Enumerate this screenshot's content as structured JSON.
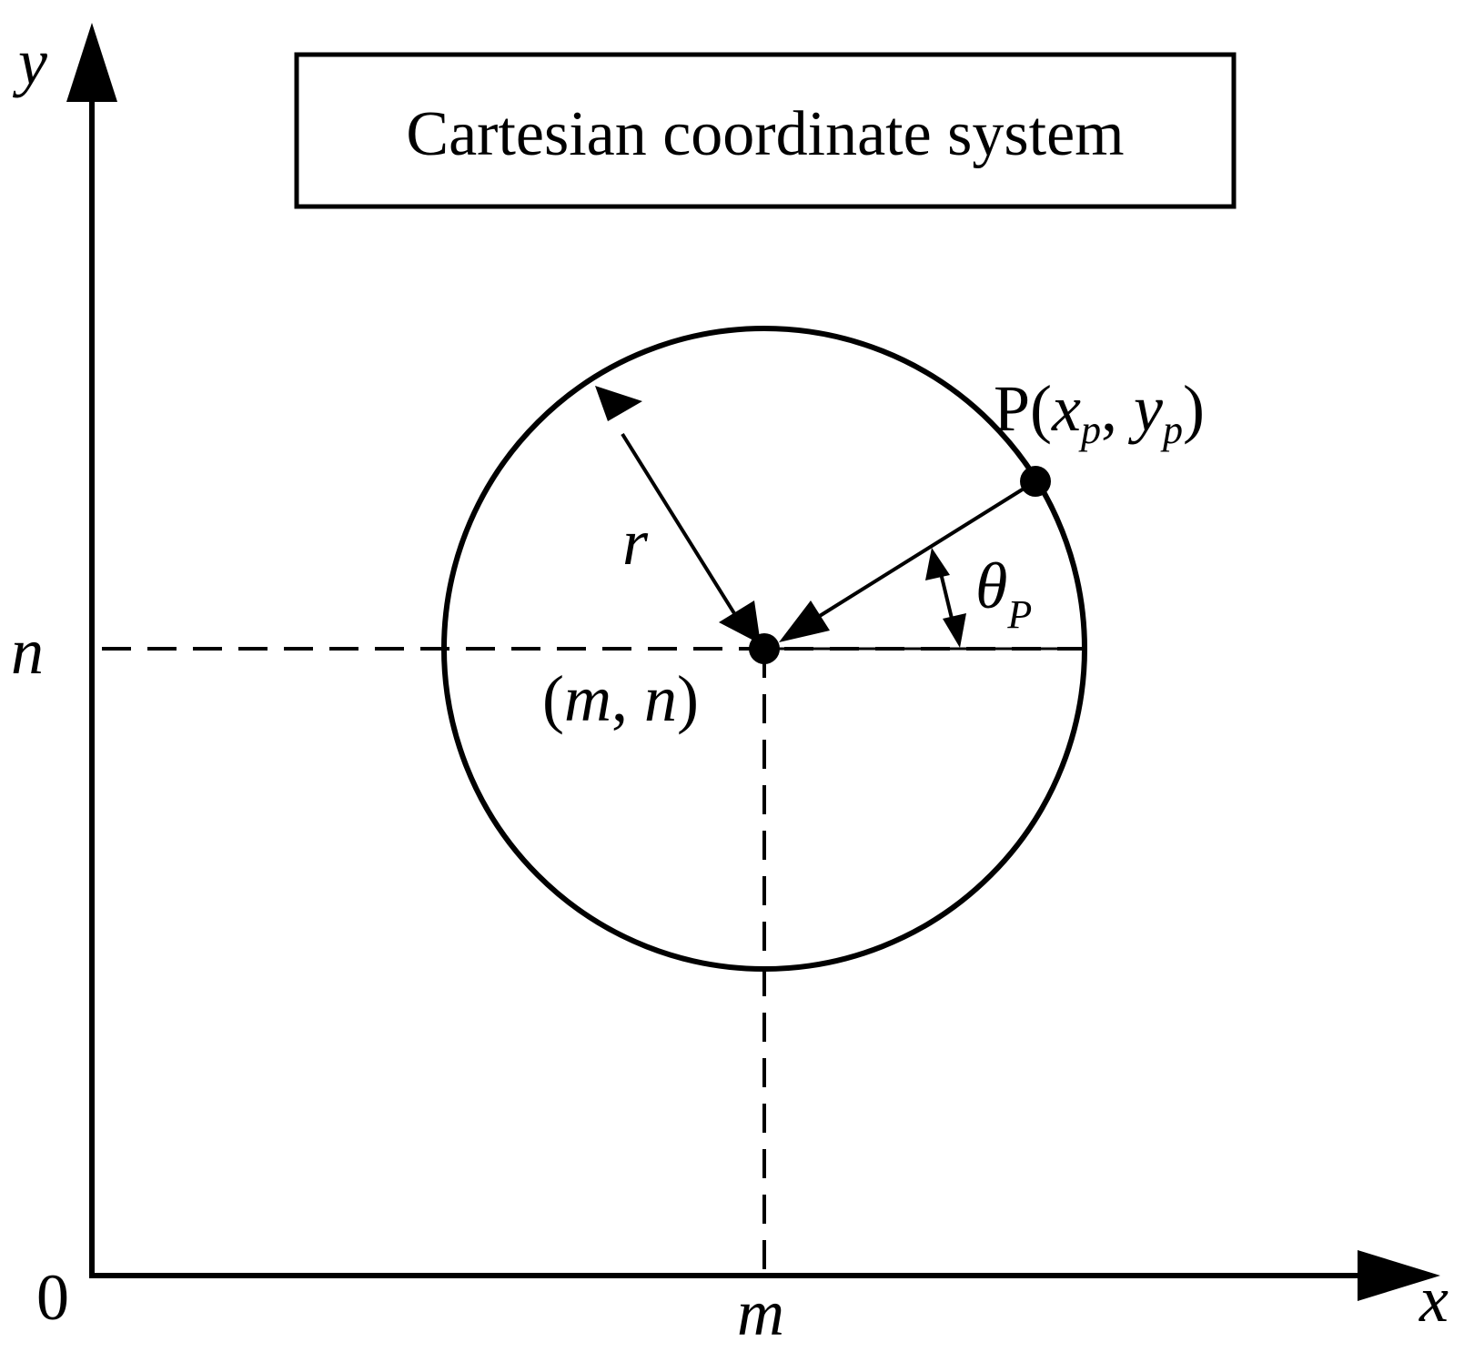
{
  "title": "Cartesian coordinate system",
  "axes": {
    "x_label": "x",
    "y_label": "y",
    "origin_label": "0",
    "x_tick_label": "m",
    "y_tick_label": "n"
  },
  "circle": {
    "radius_label": "r",
    "center_label": {
      "open": "(",
      "m": "m",
      "comma": ", ",
      "n": "n",
      "close": ")"
    }
  },
  "point": {
    "prefix": "P(",
    "x_var": "x",
    "x_sub": "p",
    "comma": ", ",
    "y_var": "y",
    "y_sub": "p",
    "close": ")"
  },
  "angle": {
    "symbol": "θ",
    "sub": "P"
  }
}
